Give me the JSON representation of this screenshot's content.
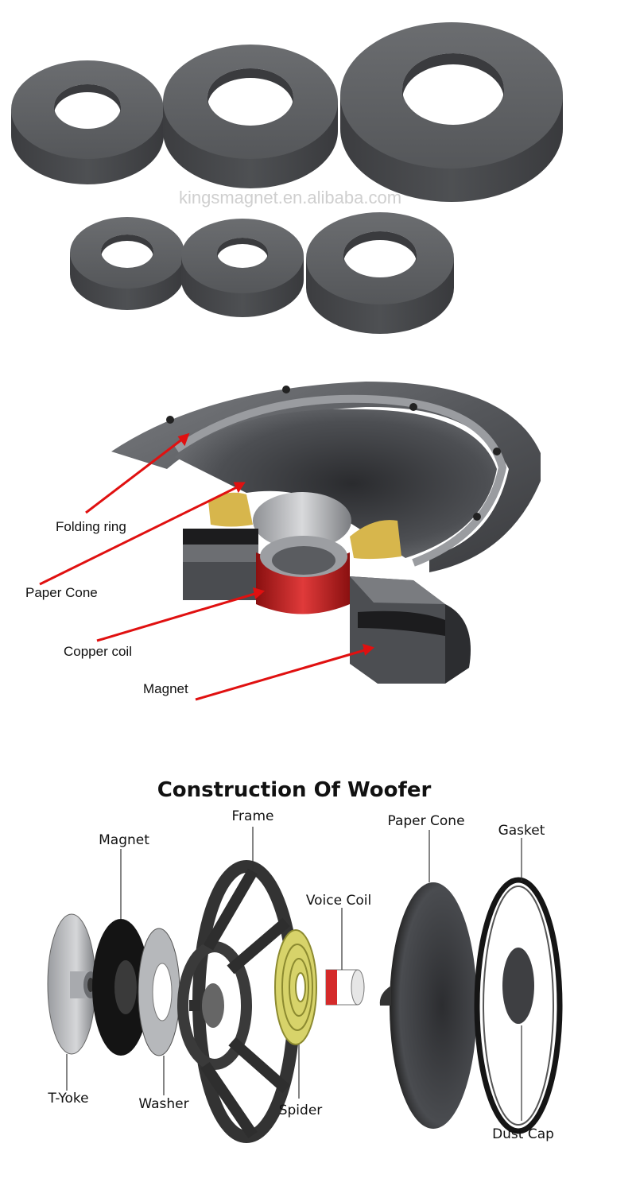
{
  "photo": {
    "watermark": "kingsmagnet.en.alibaba.com"
  },
  "cutaway": {
    "labels": {
      "folding_ring": "Folding ring",
      "paper_cone": "Paper Cone",
      "copper_coil": "Copper coil",
      "magnet": "Magnet"
    },
    "arrow_color": "#e01010"
  },
  "exploded": {
    "title": "Construction Of Woofer",
    "labels": {
      "magnet": "Magnet",
      "frame": "Frame",
      "paper_cone": "Paper Cone",
      "gasket": "Gasket",
      "voice_coil": "Voice Coil",
      "t_yoke": "T-Yoke",
      "washer": "Washer",
      "spider": "Spider",
      "dust_cap": "Dust Cap"
    }
  }
}
